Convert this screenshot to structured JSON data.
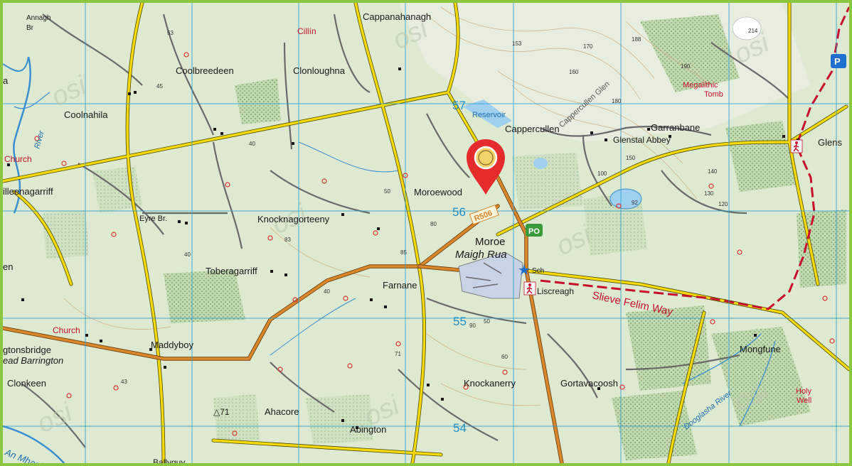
{
  "map": {
    "route_number": "R506",
    "post_office": "PO",
    "parking": "P",
    "grid_numbers": [
      "57",
      "56",
      "55",
      "54"
    ],
    "places": {
      "annagh": "Annagh",
      "annagh_br": "Br",
      "cappanahanagh": "Cappanahanagh",
      "cillin": "Cillín",
      "coolbreedeen": "Coolbreedeen",
      "clonloughna": "Clonloughna",
      "coolnahila": "Coolnahila",
      "river": "River",
      "church1": "Church",
      "illeenagarriff": "illeenagarriff",
      "eyre_br": "Eyre Br.",
      "knocknagorteeny": "Knocknagorteeny",
      "moroewood": "Moroewood",
      "moroe": "Moroe",
      "maigh_rua": "Maigh Rua",
      "sch": "Sch",
      "liscreagh": "Liscreagh",
      "toberagarriff": "Toberagarriff",
      "farnane": "Farnane",
      "church2": "Church",
      "gtonsbridge": "gtonsbridge",
      "ead_barrington": "ead Barrington",
      "maddyboy": "Maddyboy",
      "clonkeen": "Clonkeen",
      "ahacore": "Ahacore",
      "abington": "Abington",
      "knockanerry": "Knockanerry",
      "gortavacoosh": "Gortavacoosh",
      "mongfune": "Mongfune",
      "holy_well": "Holy",
      "holy_well2": "Well",
      "reservoir": "Reservoir",
      "cappercullen": "Cappercullen",
      "cappercullen_glen": "Cappercullen Glen",
      "garranbane": "Garranbane",
      "glenstal_abbey": "Glenstal Abbey",
      "glens": "Glens",
      "megalithic": "Megalithic",
      "tomb": "Tomb",
      "slieve_felim_way": "Slieve Felim Way",
      "douglasha_river": "Dooglasha River",
      "an_mhaoilch": "An Mhaoilch",
      "ballyguy": "Ballyguy",
      "tri_71": "△71",
      "a": "a",
      "en": "en"
    },
    "heights": [
      "53",
      "50",
      "45",
      "40",
      "83",
      "40",
      "40",
      "85",
      "80",
      "50",
      "43",
      "71",
      "60",
      "50",
      "170",
      "180",
      "188",
      "190",
      "160",
      "150",
      "140",
      "130",
      "120",
      "100",
      "92",
      "90",
      "214"
    ],
    "colors": {
      "land": "#dde9d0",
      "forest": "#b9d3a8",
      "road_yellow": "#f5d90a",
      "road_orange": "#d9852a",
      "grid": "#2aa0d8",
      "water": "#7cc0e8",
      "trail": "#c8102e",
      "pin": "#e52b2b",
      "frame": "#8cc63f"
    },
    "marker": "map-pin-icon"
  }
}
